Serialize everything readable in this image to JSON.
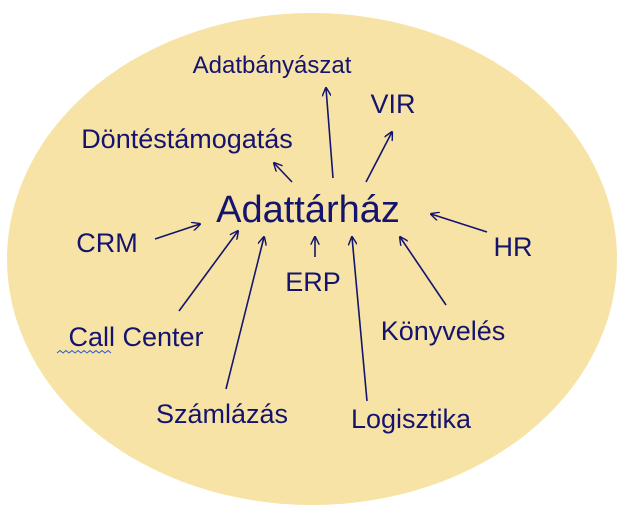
{
  "diagram": {
    "center": "Adattárház",
    "nodes": {
      "adatbanyaszat": "Adatbányászat",
      "vir": "VIR",
      "dontestamogatas": "Döntéstámogatás",
      "crm": "CRM",
      "hr": "HR",
      "erp": "ERP",
      "call_center": "Call Center",
      "konyveles": "Könyvelés",
      "szamlazas": "Számlázás",
      "logisztika": "Logisztika"
    },
    "colors": {
      "ellipse_fill": "#f7e3a5",
      "text": "#14146e"
    }
  }
}
